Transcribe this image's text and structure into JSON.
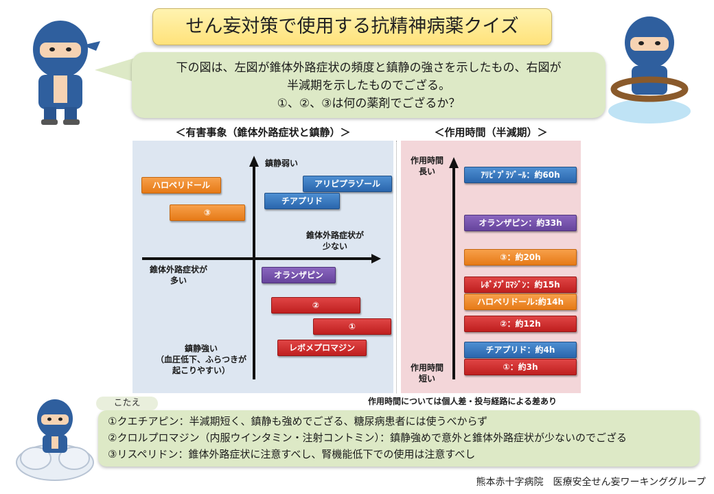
{
  "title": "せん妄対策で使用する抗精神病薬クイズ",
  "question": {
    "line1": "下の図は、左図が錐体外路症状の頻度と鎮静の強さを示したもの、右図が",
    "line2": "半減期を示したものでござる。",
    "line3": "①、②、③は何の薬剤でござるか？"
  },
  "left_chart": {
    "heading": "＜有害事象（錐体外路症状と鎮静）＞",
    "y_top_label": "鎮静弱い",
    "y_bottom_label_1": "鎮静強い",
    "y_bottom_label_2": "（血圧低下、ふらつきが",
    "y_bottom_label_3": "起こりやすい）",
    "x_right_label_1": "錐体外路症状が",
    "x_right_label_2": "少ない",
    "x_left_label_1": "錐体外路症状が",
    "x_left_label_2": "多い",
    "drugs": [
      {
        "label": "ハロペリドール",
        "color": "orange"
      },
      {
        "label": "③",
        "color": "orange"
      },
      {
        "label": "アリピプラゾール",
        "color": "blue"
      },
      {
        "label": "チアプリド",
        "color": "blue"
      },
      {
        "label": "オランザピン",
        "color": "purple"
      },
      {
        "label": "②",
        "color": "red"
      },
      {
        "label": "①",
        "color": "red"
      },
      {
        "label": "レボメプロマジン",
        "color": "red"
      }
    ]
  },
  "right_chart": {
    "heading": "＜作用時間（半減期）＞",
    "top_label_1": "作用時間",
    "top_label_2": "長い",
    "bottom_label_1": "作用時間",
    "bottom_label_2": "短い",
    "drugs": [
      {
        "label": "ｱﾘﾋﾟﾌﾟﾗｿﾞｰﾙ：約60h",
        "color": "blue"
      },
      {
        "label": "オランザピン：約33h",
        "color": "purple"
      },
      {
        "label": "③：約20h",
        "color": "orange"
      },
      {
        "label": "ﾚﾎﾞﾒﾌﾟﾛﾏｼﾞﾝ：約15h",
        "color": "red"
      },
      {
        "label": "ハロペリドール:約14h",
        "color": "orange"
      },
      {
        "label": "②：約12h",
        "color": "red"
      },
      {
        "label": "チアプリド：約4h",
        "color": "blue"
      },
      {
        "label": "①：約3h",
        "color": "red"
      }
    ],
    "note": "作用時間については個人差・投与経路による差あり"
  },
  "answer": {
    "tab": "こたえ",
    "line1": "①クエチアピン：半減期短く、鎮静も強めでござる、糖尿病患者には使うべからず",
    "line2": "②クロルプロマジン（内服ウインタミン・注射コントミン）：鎮静強めで意外と錐体外路症状が少ないのでござる",
    "line3": "③リスペリドン：錐体外路症状に注意すべし、腎機能低下での使用は注意すべし"
  },
  "credit": "熊本赤十字病院　医療安全せん妄ワーキンググループ",
  "colors": {
    "orange": "#ea8320",
    "blue": "#2f6db5",
    "purple": "#6f4ba6",
    "red": "#c92626"
  }
}
